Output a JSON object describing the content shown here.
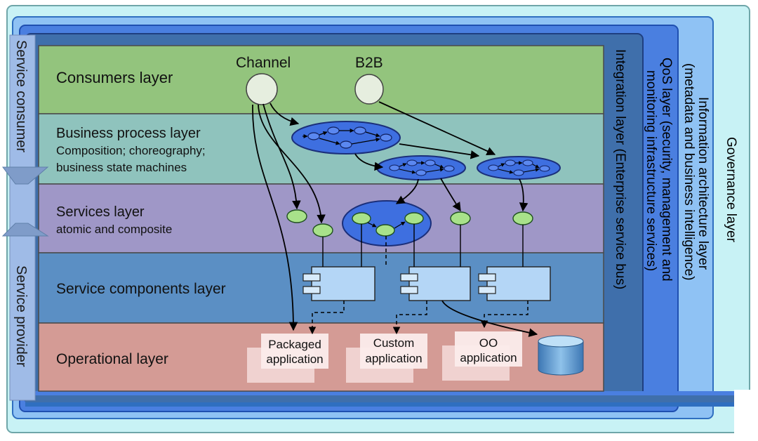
{
  "layers": {
    "consumers": "Consumers layer",
    "business_process": {
      "line1": "Business process layer",
      "line2": "Composition; choreography;",
      "line3": "business state machines"
    },
    "services": {
      "line1": "Services layer",
      "line2": "atomic and composite"
    },
    "service_components": "Service components layer",
    "operational": "Operational layer"
  },
  "consumers": {
    "channel": "Channel",
    "b2b": "B2B"
  },
  "side_bands": {
    "integration": "Integration layer (Enterprise service  bus)",
    "qos": {
      "line1": "QoS layer (security, management and",
      "line2": "monitoring infrastructure services)"
    },
    "information_architecture": {
      "line1": "Information architecture layer",
      "line2": "(metadata and business intelligence)"
    },
    "governance": "Governance layer"
  },
  "left_band": {
    "service_consumer": "Service consumer",
    "service_provider": "Service provider"
  },
  "applications": {
    "packaged": {
      "line1": "Packaged",
      "line2": "application"
    },
    "custom": {
      "line1": "Custom",
      "line2": "application"
    },
    "oo": {
      "line1": "OO",
      "line2": "application"
    }
  },
  "colors": {
    "consumers_layer": "#93c47d",
    "business_process_layer": "#8fc3bd",
    "services_layer": "#9f97c7",
    "service_components_layer": "#5b8fc4",
    "operational_layer": "#d49b95",
    "integration_band": "#3f6fab",
    "qos_band": "#4a7fe0",
    "information_band": "#8fc2f4",
    "governance_band": "#c8f2f5",
    "process_blob": "#3e6fe0",
    "service_node": "#a8e28a"
  }
}
